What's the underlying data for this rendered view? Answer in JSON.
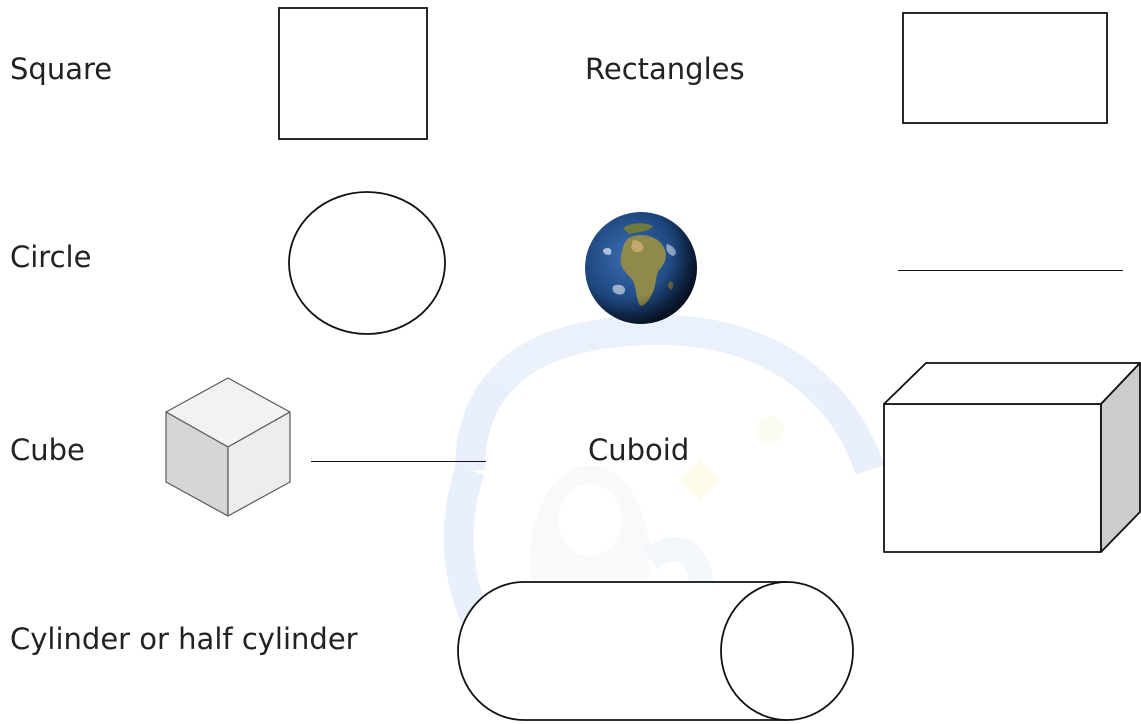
{
  "labels": {
    "square": "Square",
    "rectangles": "Rectangles",
    "circle": "Circle",
    "cube": "Cube",
    "cuboid": "Cuboid",
    "cylinder": "Cylinder or half cylinder"
  },
  "icons": {
    "watermark": "penguin-logo-watermark",
    "earth": "earth-globe-icon"
  },
  "colors": {
    "text": "#222222",
    "stroke": "#111111",
    "cube_top": "#f2f2f2",
    "cube_left": "#d6d6d6",
    "cube_right": "#ededed",
    "cuboid_side": "#cccccc",
    "watermark_blue": "#a8c4ef",
    "ocean": "#1f4f8f",
    "land": "#8a8a4a"
  }
}
